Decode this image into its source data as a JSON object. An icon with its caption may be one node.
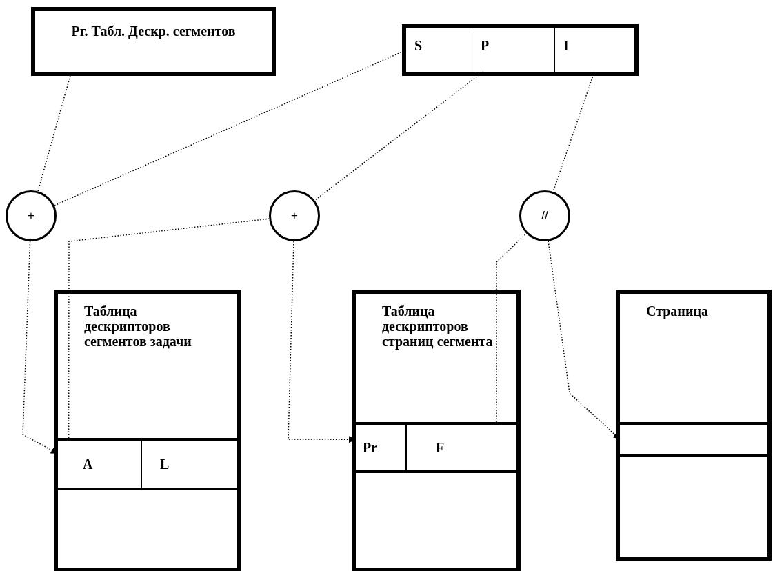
{
  "diagram": {
    "nodes": [
      {
        "text": [
          "Рг. Табл. Дескр. сегментов"
        ]
      },
      {
        "text": [],
        "shape": "box"
      },
      {
        "text": [
          "S"
        ],
        "in": 1
      },
      {
        "text": [
          "P"
        ],
        "in": 1
      },
      {
        "text": [
          "I"
        ],
        "in": 1
      },
      {
        "text": [
          "+"
        ]
      },
      {
        "text": [
          "+"
        ]
      },
      {
        "text": [
          "//"
        ]
      },
      {
        "text": [
          "Таблица дескрипторов сегментов задачи"
        ]
      },
      {
        "text": [
          "A"
        ],
        "in": 8
      },
      {
        "text": [
          "L"
        ],
        "in": 8
      },
      {
        "text": [
          "Таблица дескрипторов страниц сегмента"
        ]
      },
      {
        "text": [
          "Pr"
        ],
        "in": 11
      },
      {
        "text": [
          "F"
        ],
        "in": 11
      },
      {
        "text": [
          "Страница"
        ]
      },
      {
        "text": [],
        "shape": "box",
        "in": 14
      }
    ],
    "edges": [
      {
        "from": 0,
        "to": 5,
        "arrow": "none",
        "style": "dashed"
      },
      {
        "from": 2,
        "to": 5,
        "arrow": "none",
        "style": "dashed"
      },
      {
        "from": 3,
        "to": 6,
        "arrow": "none",
        "style": "dashed"
      },
      {
        "from": 4,
        "to": 7,
        "arrow": "none",
        "style": "dashed"
      },
      {
        "from": 5,
        "to": 9,
        "arrow": "to",
        "style": "dashed"
      },
      {
        "from": 9,
        "to": 6,
        "arrow": "none",
        "style": "dashed"
      },
      {
        "from": 6,
        "to": 12,
        "arrow": "to",
        "style": "dashed"
      },
      {
        "from": 13,
        "to": 7,
        "arrow": "none",
        "style": "dashed"
      },
      {
        "from": 7,
        "to": 15,
        "arrow": "to",
        "style": "dashed"
      }
    ]
  }
}
